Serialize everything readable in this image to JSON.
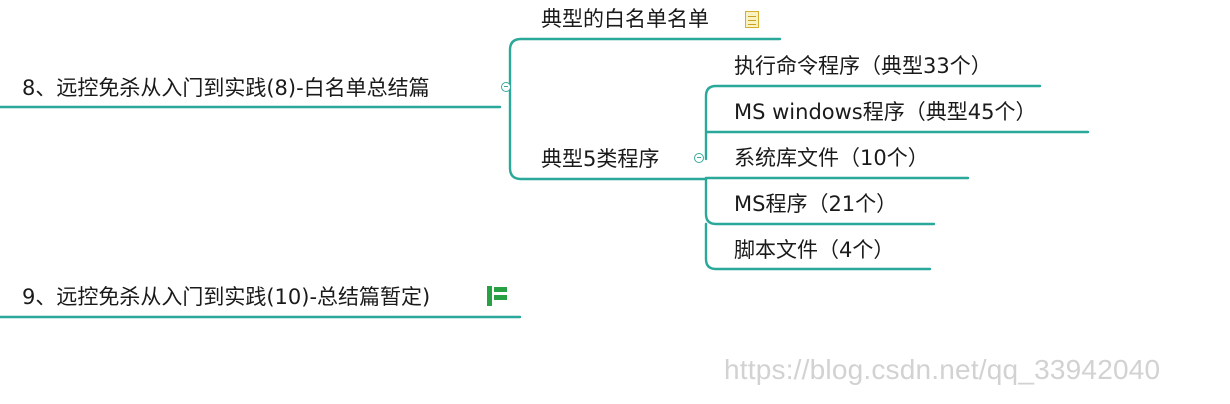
{
  "mindmap": {
    "topic_8": {
      "label": "8、远控免杀从入门到实践(8)-白名单总结篇",
      "children": {
        "whitelist": {
          "label": "典型的白名单名单",
          "note_icon": "note-icon"
        },
        "five_types": {
          "label": "典型5类程序",
          "items": [
            "执行命令程序（典型33个）",
            "MS windows程序（典型45个）",
            "系统库文件（10个）",
            "MS程序（21个）",
            "脚本文件（4个）"
          ]
        }
      }
    },
    "topic_9": {
      "label": "9、远控免杀从入门到实践(10)-总结篇暂定)",
      "icon": "outline-icon"
    }
  },
  "watermark": "https://blog.csdn.net/qq_33942040",
  "colors": {
    "line": "#2aa89a",
    "text": "#1a1a1a",
    "outline_icon": "#27a143",
    "watermark": "#d2d2d2"
  }
}
